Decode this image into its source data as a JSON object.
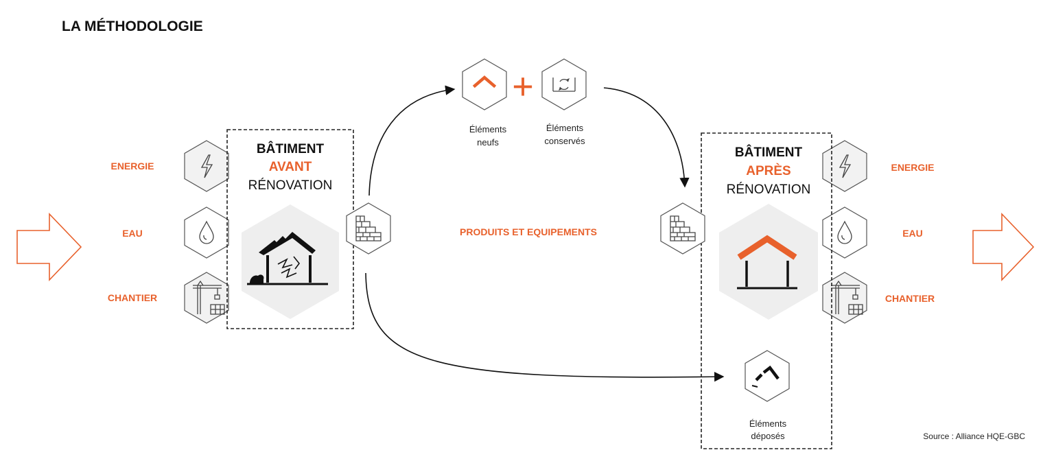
{
  "title": "LA MÉTHODOLOGIE",
  "left_labels": [
    "ENERGIE",
    "EAU",
    "CHANTIER"
  ],
  "right_labels": [
    "ENERGIE",
    "EAU",
    "CHANTIER"
  ],
  "before_box": {
    "title": "BÂTIMENT",
    "accent": "AVANT",
    "subtitle": "RÉNOVATION"
  },
  "after_box": {
    "title": "BÂTIMENT",
    "accent": "APRÈS",
    "subtitle": "RÉNOVATION"
  },
  "new_elements": {
    "line1": "Éléments",
    "line2": "neufs"
  },
  "kept_elements": {
    "line1": "Éléments",
    "line2": "conservés"
  },
  "removed_elements": {
    "line1": "Éléments",
    "line2": "déposés"
  },
  "plus_sign": "+",
  "center_label": "PRODUITS ET EQUIPEMENTS",
  "source": "Source : Alliance HQE-GBC",
  "colors": {
    "accent": "#e8612c",
    "hex_fill": "#f2f2f2",
    "big_hex_fill": "#eeeeee"
  },
  "icons": [
    "energy-icon",
    "water-icon",
    "crane-icon",
    "wall-icon",
    "roof-icon",
    "recycle-icon",
    "damaged-house-icon",
    "new-house-icon",
    "removed-roof-icon",
    "arrow-right-outline-icon"
  ]
}
